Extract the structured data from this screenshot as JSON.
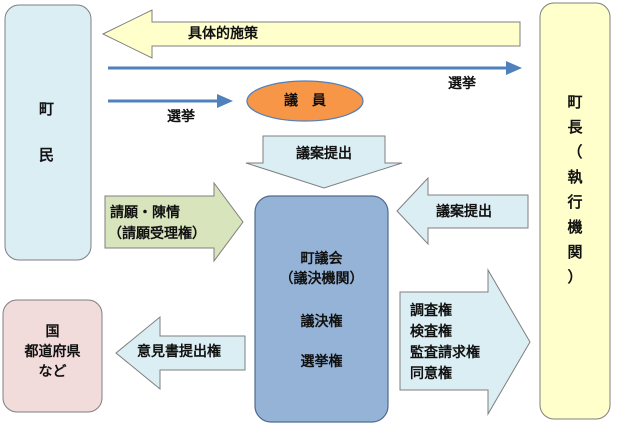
{
  "residents": {
    "line1": "町",
    "line2": "民"
  },
  "mayor": {
    "chars": [
      "町",
      "長",
      "（",
      "執",
      "行",
      "機",
      "関",
      "）"
    ]
  },
  "councilors": {
    "label": "議　員"
  },
  "assembly": {
    "title": "町議会",
    "subtitle": "（議決機関）",
    "power1": "議決権",
    "power2": "選挙権"
  },
  "national": {
    "line1": "国",
    "line2": "都道府県",
    "line3": "など"
  },
  "arrows": {
    "policies": "具体的施策",
    "election_mayor": "選挙",
    "election_council": "選挙",
    "bill_from_council": "議案提出",
    "bill_from_mayor": "議案提出",
    "petition_line1": "請願・陳情",
    "petition_line2": "（請願受理権）",
    "opinion": "意見書提出権",
    "powers": [
      "調査権",
      "検査権",
      "監査請求権",
      "同意権"
    ]
  },
  "colors": {
    "residents_fill": "#dbeef3",
    "mayor_fill": "#ffffcc",
    "councilors_fill": "#f79646",
    "assembly_fill": "#95b3d7",
    "national_fill": "#f2dcdb",
    "arrow_blue": "#4f81bd",
    "arrow_green": "#d7e4bc",
    "arrow_light_blue": "#dbeef3",
    "arrow_yellow": "#ffffcc"
  }
}
